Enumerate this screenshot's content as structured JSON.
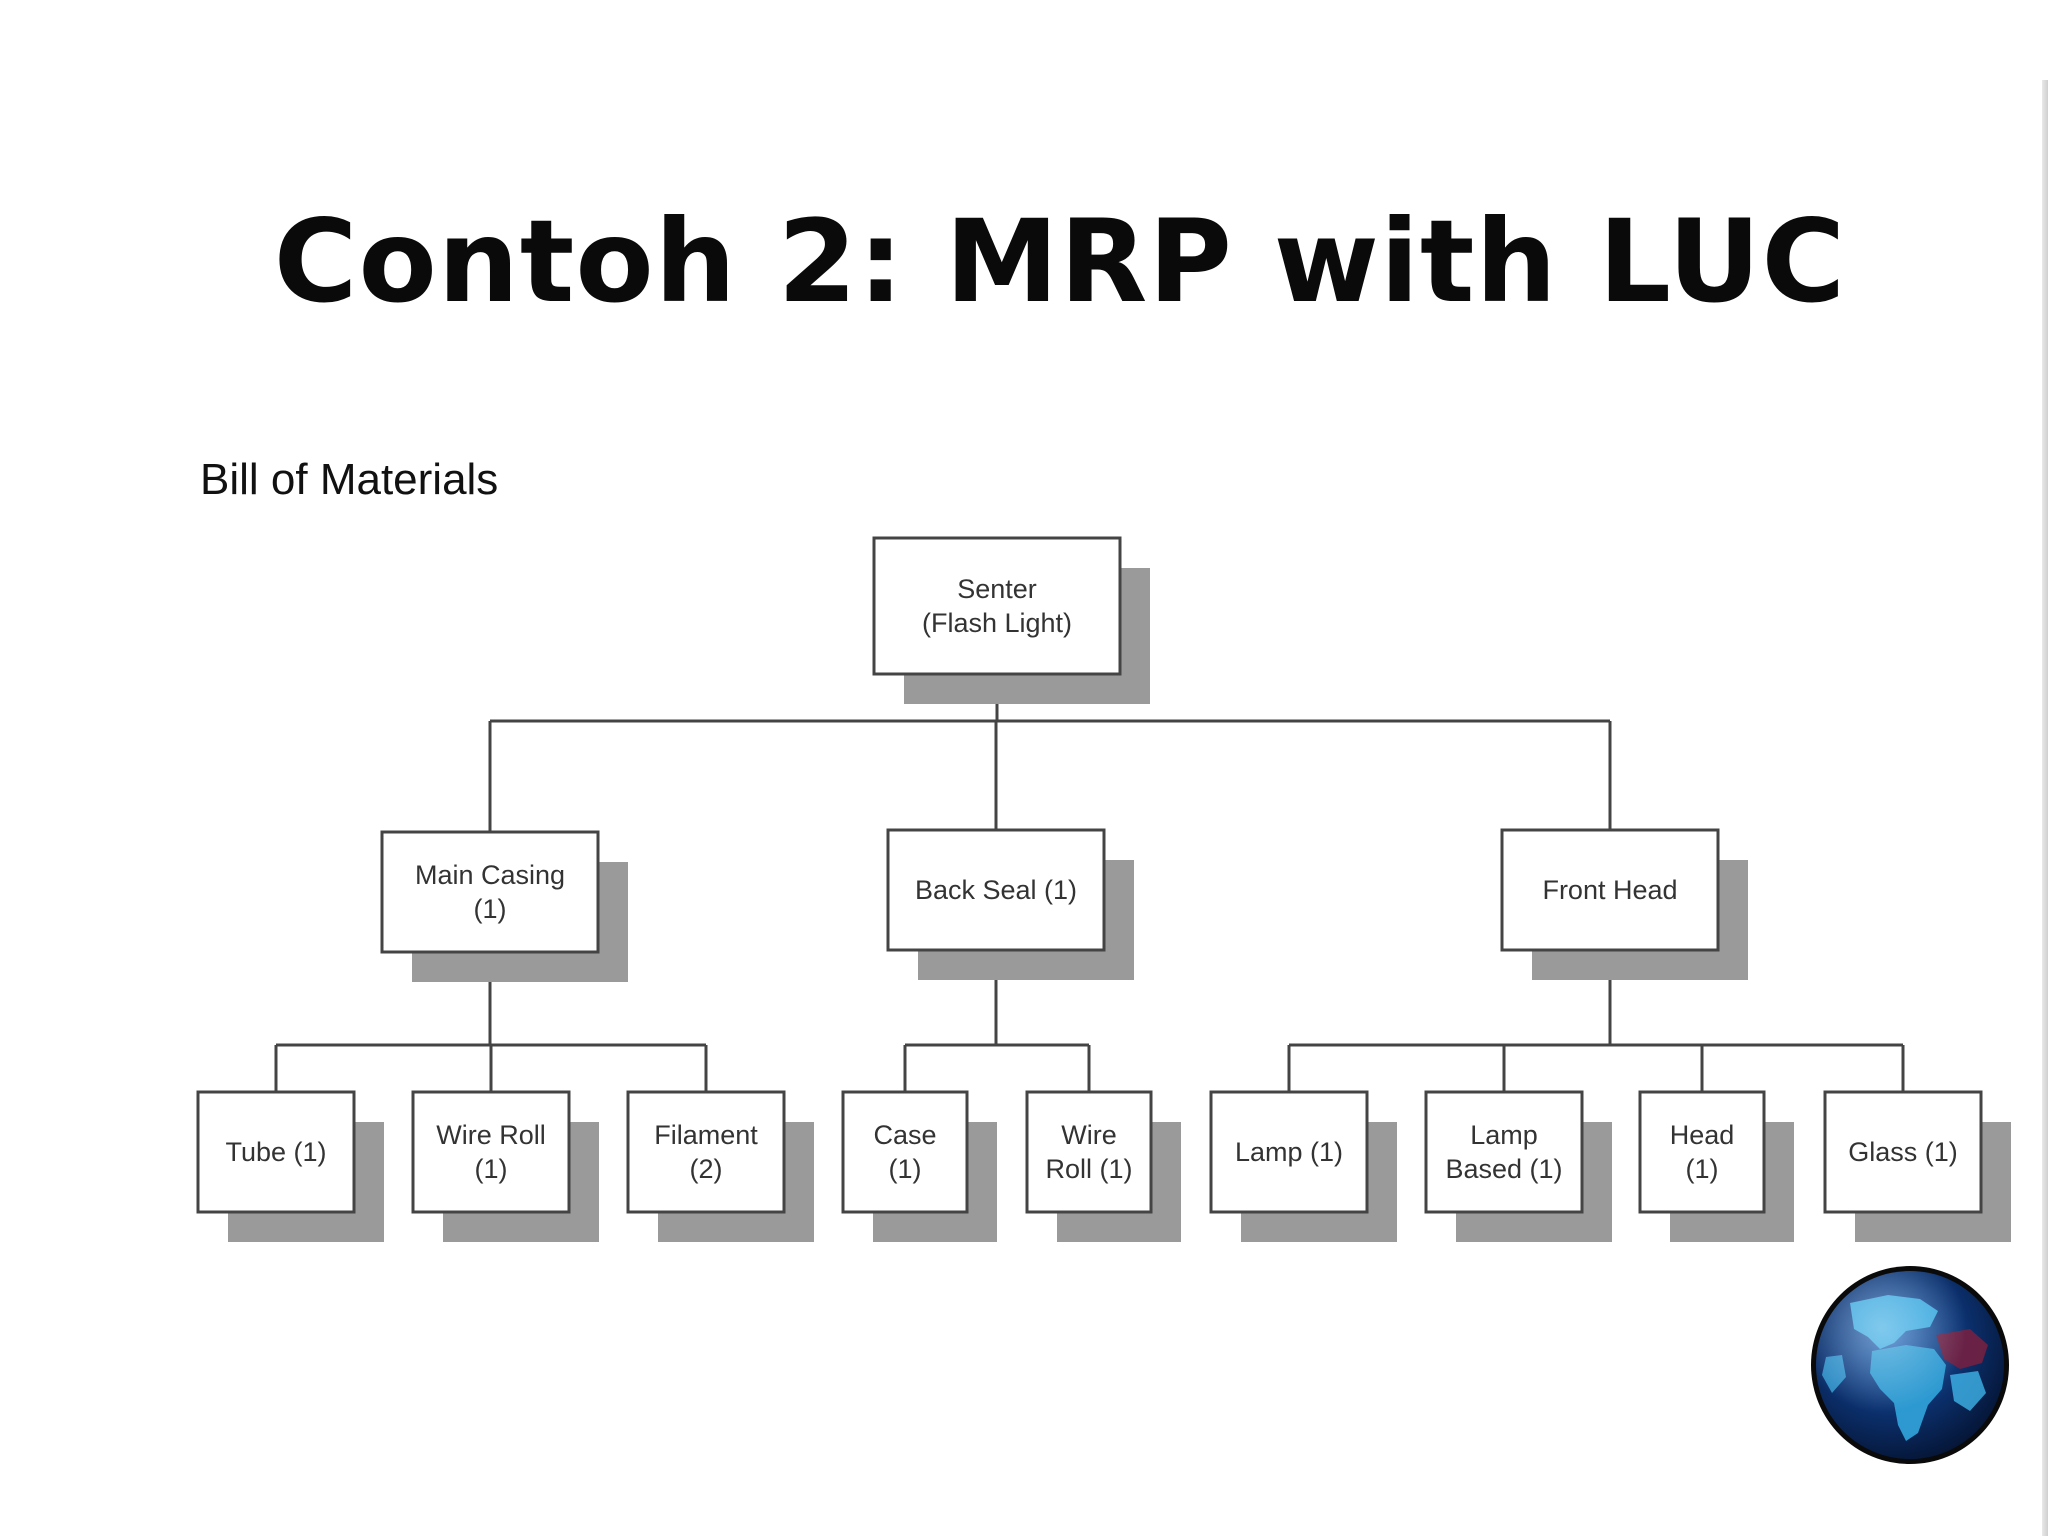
{
  "slide": {
    "title": "Contoh 2: MRP with LUC",
    "section_title": "Bill of Materials"
  },
  "colors": {
    "box_border": "#444444",
    "box_fill": "#ffffff",
    "box_shadow": "#9a9a9a",
    "connector": "#444444",
    "label_text": "#333333",
    "globe_ocean": "#0b2f6b",
    "globe_land": "#3fb4e8",
    "globe_land_red": "#7a2040"
  },
  "bom": {
    "root": {
      "id": "senter",
      "lines": [
        "Senter",
        "(Flash Light)"
      ]
    },
    "level1": [
      {
        "id": "main-casing",
        "lines": [
          "Main Casing",
          "(1)"
        ]
      },
      {
        "id": "back-seal",
        "lines": [
          "Back Seal (1)"
        ]
      },
      {
        "id": "front-head",
        "lines": [
          "Front Head"
        ]
      }
    ],
    "level2": [
      {
        "id": "tube",
        "parent": "main-casing",
        "lines": [
          "Tube (1)"
        ]
      },
      {
        "id": "wire-roll-a",
        "parent": "main-casing",
        "lines": [
          "Wire Roll",
          "(1)"
        ]
      },
      {
        "id": "filament",
        "parent": "main-casing",
        "lines": [
          "Filament",
          "(2)"
        ]
      },
      {
        "id": "case",
        "parent": "back-seal",
        "lines": [
          "Case",
          "(1)"
        ]
      },
      {
        "id": "wire-roll-b",
        "parent": "back-seal",
        "lines": [
          "Wire",
          "Roll (1)"
        ]
      },
      {
        "id": "lamp",
        "parent": "front-head",
        "lines": [
          "Lamp (1)"
        ]
      },
      {
        "id": "lamp-based",
        "parent": "front-head",
        "lines": [
          "Lamp",
          "Based (1)"
        ]
      },
      {
        "id": "head",
        "parent": "front-head",
        "lines": [
          "Head",
          "(1)"
        ]
      },
      {
        "id": "glass",
        "parent": "front-head",
        "lines": [
          "Glass (1)"
        ]
      }
    ]
  },
  "icons": {
    "corner_logo": "globe-icon"
  }
}
